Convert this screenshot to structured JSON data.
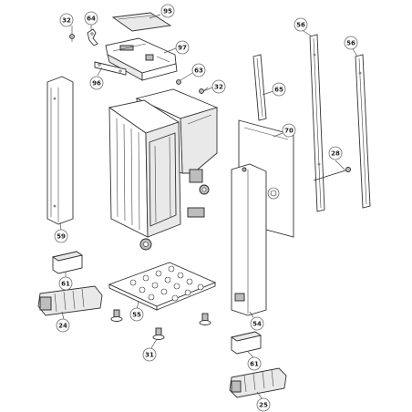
{
  "colors": {
    "outline": "#333333",
    "callout_border": "#6e6e6e",
    "background": "#ffffff"
  },
  "callouts": {
    "c95": "95",
    "c64": "64",
    "c32a": "32",
    "c97": "97",
    "c96": "96",
    "c63": "63",
    "c32b": "32",
    "c56a": "56",
    "c56b": "56",
    "c65": "65",
    "c70": "70",
    "c28": "28",
    "c59": "59",
    "c61a": "61",
    "c24": "24",
    "c55": "55",
    "c54": "54",
    "c31": "31",
    "c61b": "61",
    "c25": "25"
  }
}
